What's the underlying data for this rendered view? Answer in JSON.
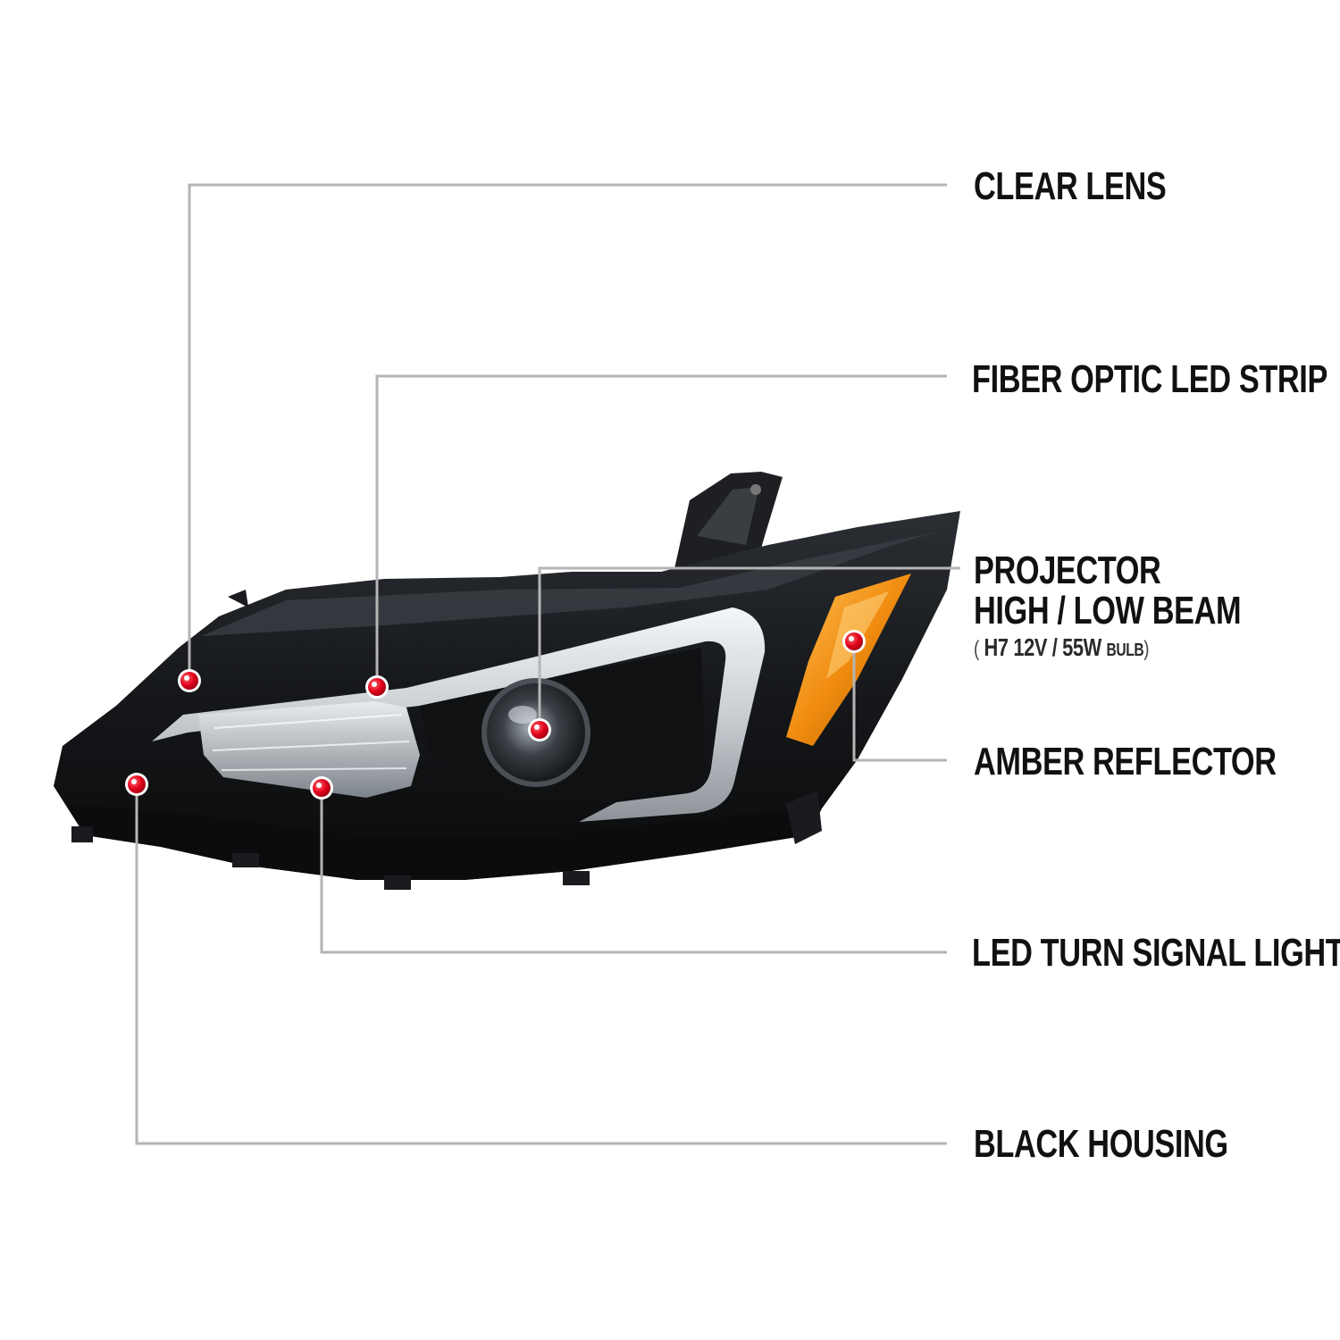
{
  "colors": {
    "leader_line": "#b5b5b5",
    "marker": "#e0001b",
    "housing": "#15171a",
    "amber": "#f09a1c"
  },
  "callouts": [
    {
      "id": "clear-lens",
      "label": "CLEAR LENS"
    },
    {
      "id": "fiber-optic",
      "label": "FIBER OPTIC LED STRIP"
    },
    {
      "id": "projector",
      "label_line1": "PROJECTOR",
      "label_line2": "HIGH / LOW BEAM",
      "note": {
        "open": "(",
        "spec": "H7  12V / 55W",
        "unit": "BULB",
        "close": ")"
      }
    },
    {
      "id": "amber-reflector",
      "label": "AMBER REFLECTOR"
    },
    {
      "id": "led-turn-signal",
      "label": "LED TURN SIGNAL LIGHT"
    },
    {
      "id": "black-housing",
      "label": "BLACK HOUSING"
    }
  ]
}
